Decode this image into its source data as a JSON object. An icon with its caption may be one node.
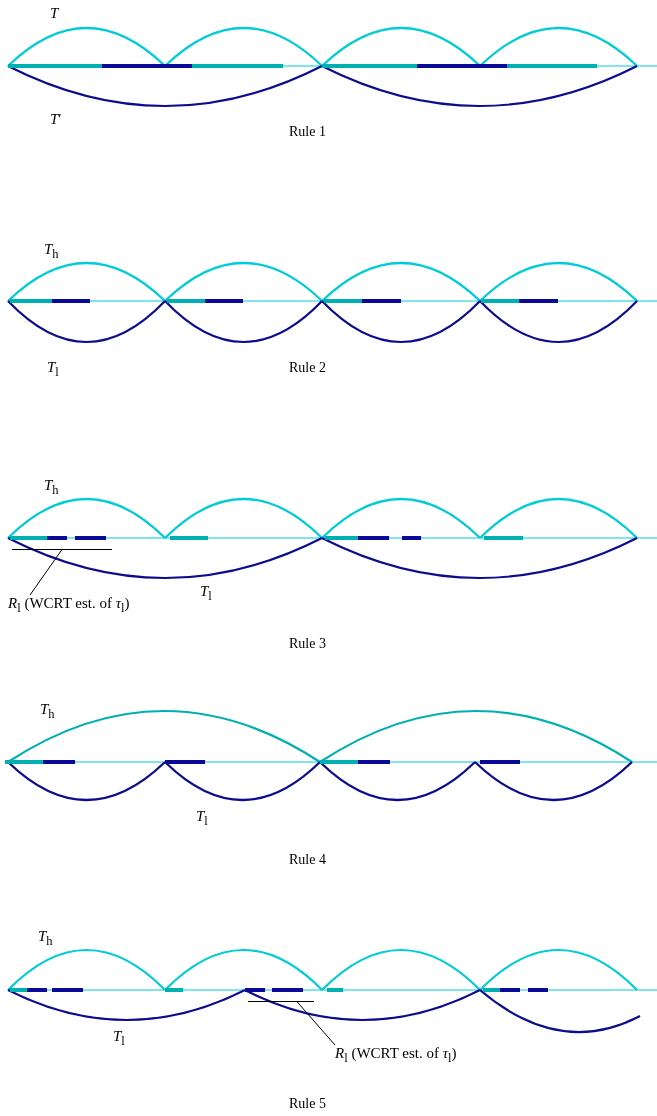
{
  "diagram": {
    "nodes": [
      {
        "text": [
          "*R*$_{l}$ (WCRT est. of *τ*$_{l}$)"
        ]
      },
      {
        "text": [],
        "shape": "bar"
      },
      {
        "text": [
          "*R*$_{l}$ (WCRT est. of *τ*$_{l}$)"
        ]
      },
      {
        "text": [],
        "shape": "bar"
      }
    ],
    "edges": [
      {
        "from": 0,
        "to": 1,
        "arrow": "none"
      },
      {
        "from": 2,
        "to": 3,
        "arrow": "none"
      }
    ],
    "labels": [
      "*T*",
      "*T*′",
      "Rule 1",
      "*T*$_{h}$",
      "*T*$_{l}$",
      "Rule 2",
      "*T*$_{h}$",
      "*T*$_{l}$",
      "Rule 3",
      "*T*$_{h}$",
      "*T*$_{l}$",
      "Rule 4",
      "*T*$_{h}$",
      "*T*$_{l}$",
      "Rule 5"
    ]
  }
}
